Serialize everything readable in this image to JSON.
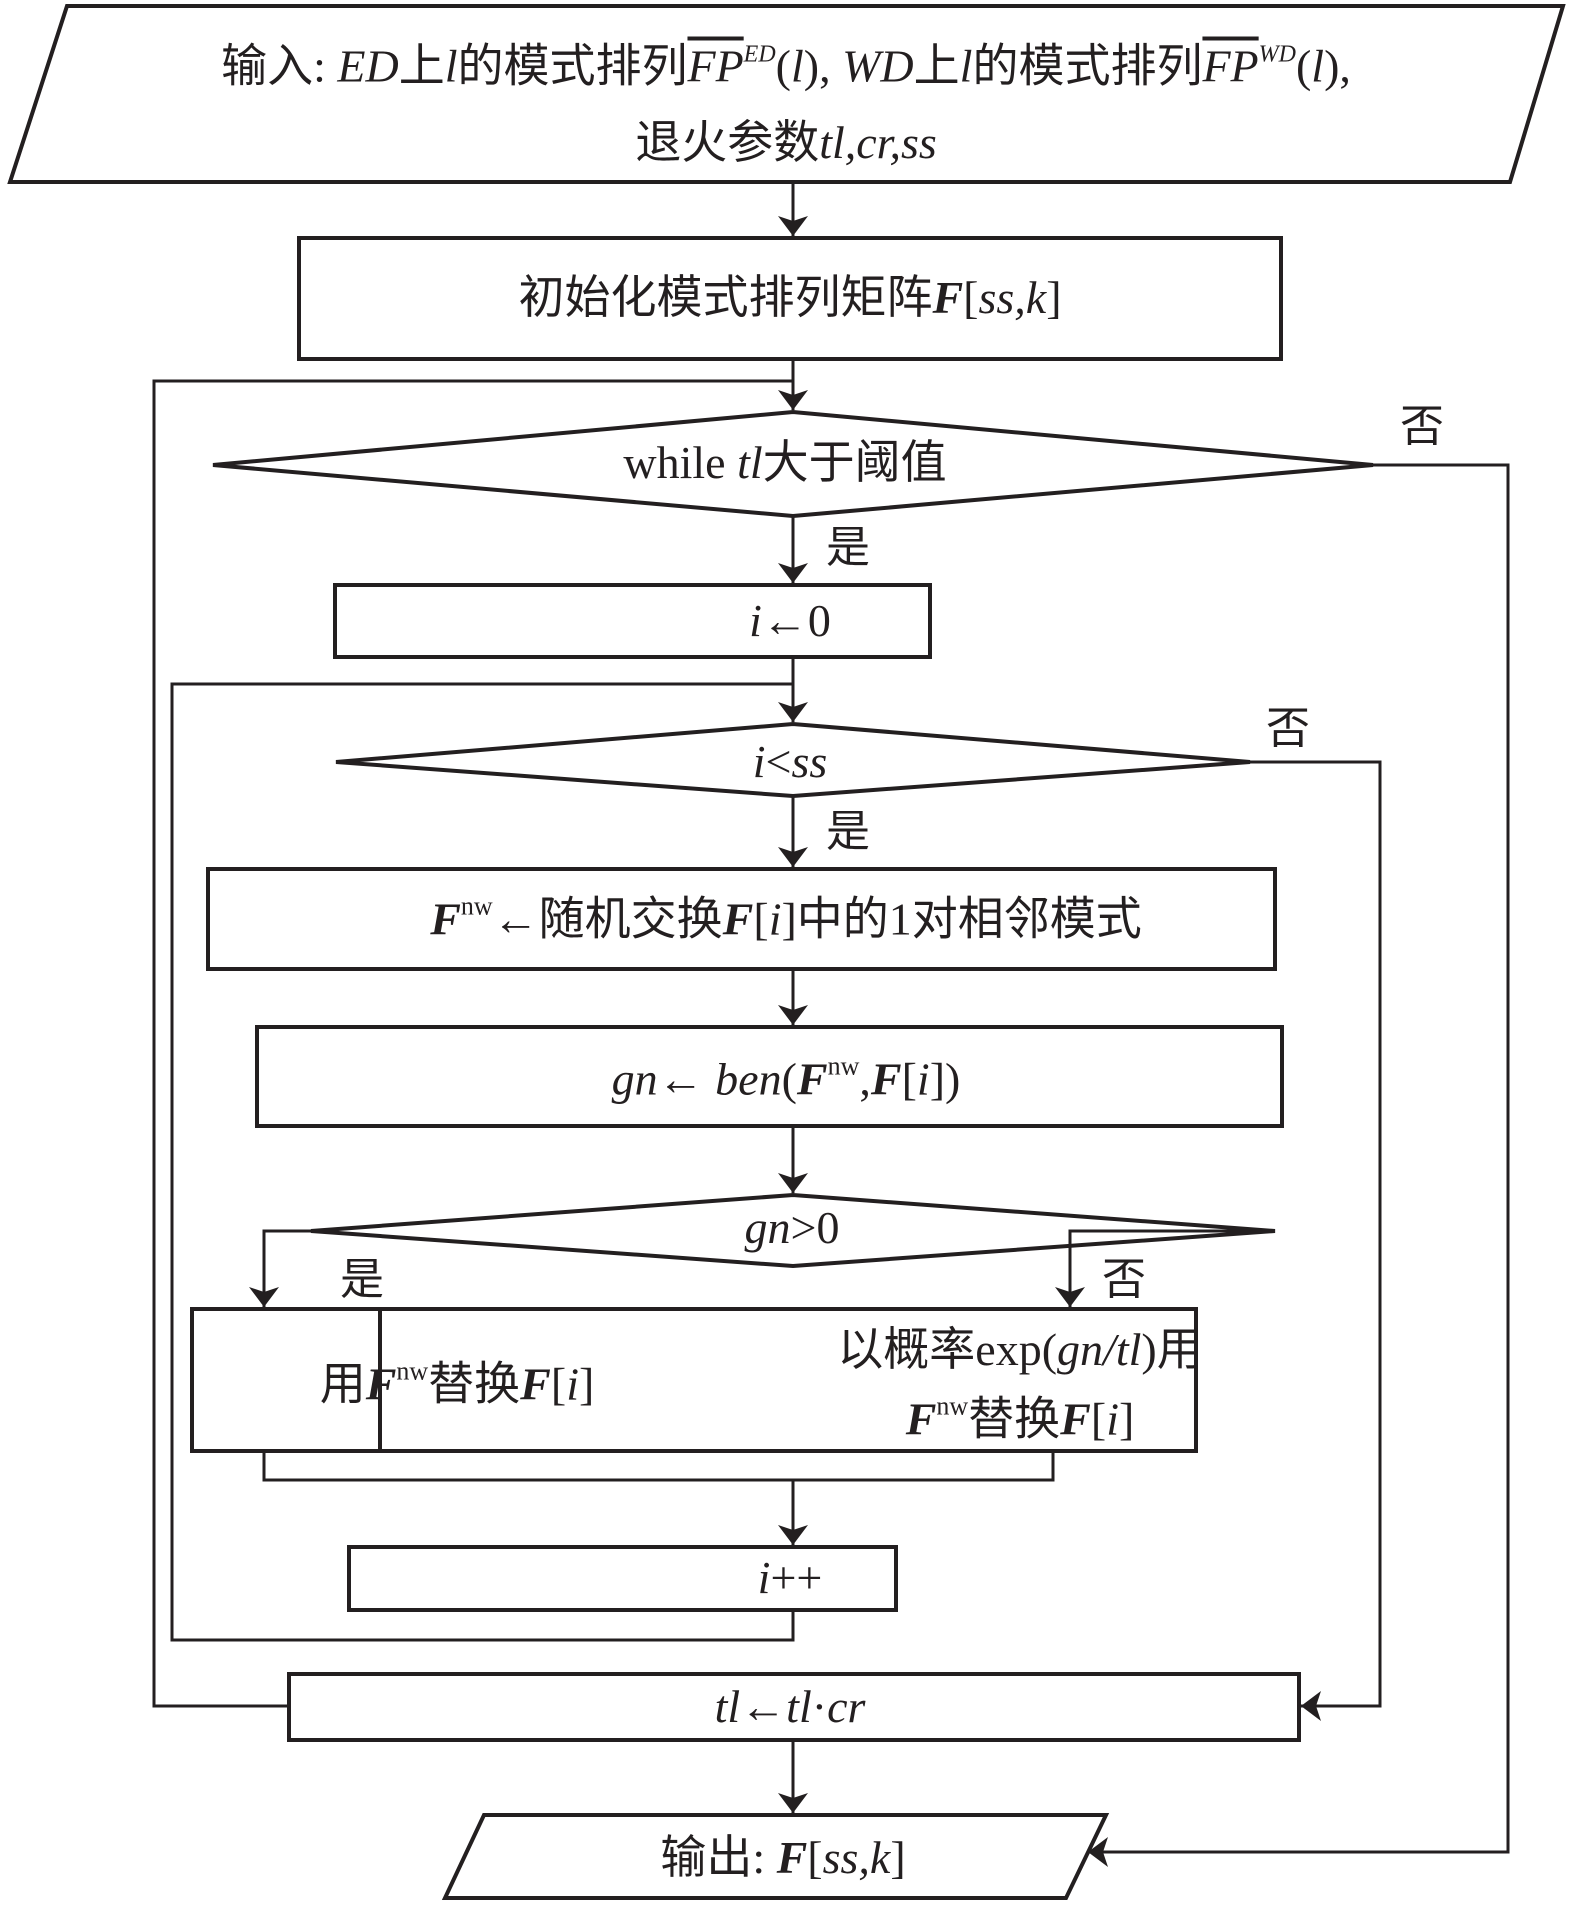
{
  "nodes": {
    "input": {
      "line1": {
        "p1": "输入: ",
        "p2": "ED",
        "p3": "上",
        "p4": "l",
        "p5": "的模式排列",
        "p6": "FP",
        "p7": "ED",
        "p8": "(",
        "p9": "l",
        "p10": "), ",
        "p11": "WD",
        "p12": "上",
        "p13": "l",
        "p14": "的模式排列",
        "p15": "FP",
        "p16": "WD",
        "p17": "(",
        "p18": "l",
        "p19": "),"
      },
      "line2": {
        "p1": "退火参数",
        "p2": "tl,cr,ss"
      }
    },
    "init": {
      "p1": "初始化模式排列矩阵",
      "p2": "F",
      "p3": "[",
      "p4": "ss,k",
      "p5": "]"
    },
    "while_cond": {
      "p1": "while ",
      "p2": "tl",
      "p3": "大于阈值"
    },
    "i_init": {
      "p1": "i",
      "p2": "←0"
    },
    "loop_cond": {
      "p1": "i",
      "p2": "<",
      "p3": "ss"
    },
    "swap": {
      "p1": "F",
      "p2": "nw",
      "p3": "←随机交换",
      "p4": "F",
      "p5": "[",
      "p6": "i",
      "p7": "]中的1对相邻模式"
    },
    "gain": {
      "p1": "gn",
      "p2": "← ",
      "p3": "ben",
      "p4": "(",
      "p5": "F",
      "p6": "nw",
      "p7": ",",
      "p8": "F",
      "p9": "[",
      "p10": "i",
      "p11": "])"
    },
    "gain_cond": {
      "p1": "gn",
      "p2": ">0"
    },
    "replace_yes": {
      "p1": "用",
      "p2": "F",
      "p3": "nw",
      "p4": "替换",
      "p5": "F",
      "p6": "[",
      "p7": "i",
      "p8": "]"
    },
    "replace_no": {
      "line1": {
        "p1": "以概率exp(",
        "p2": "gn/tl",
        "p3": ")用"
      },
      "line2": {
        "p1": "F",
        "p2": "nw",
        "p3": "替换",
        "p4": "F",
        "p5": "[",
        "p6": "i",
        "p7": "]"
      }
    },
    "increment": {
      "p1": "i",
      "p2": "++"
    },
    "cool": {
      "p1": "tl",
      "p2": "←",
      "p3": "tl",
      "p4": "·",
      "p5": "cr"
    },
    "output": {
      "p1": "输出: ",
      "p2": "F",
      "p3": "[",
      "p4": "ss,k",
      "p5": "]"
    }
  },
  "branch_labels": {
    "while_yes": "是",
    "while_no": "否",
    "loop_yes": "是",
    "loop_no": "否",
    "gain_yes": "是",
    "gain_no": "否"
  }
}
